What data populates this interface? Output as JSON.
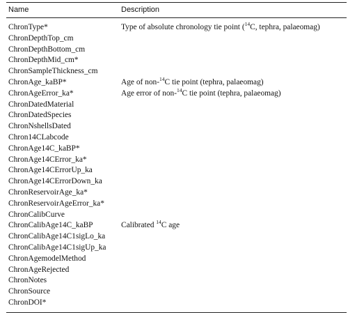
{
  "headers": {
    "name": "Name",
    "description": "Description"
  },
  "rows": [
    {
      "name": "ChronType*",
      "desc_pre": "Type of absolute chronology tie point (",
      "desc_sup": "14",
      "desc_post": "C, tephra, palaeomag)"
    },
    {
      "name": "ChronDepthTop_cm",
      "desc_pre": "",
      "desc_sup": "",
      "desc_post": ""
    },
    {
      "name": "ChronDepthBottom_cm",
      "desc_pre": "",
      "desc_sup": "",
      "desc_post": ""
    },
    {
      "name": "ChronDepthMid_cm*",
      "desc_pre": "",
      "desc_sup": "",
      "desc_post": ""
    },
    {
      "name": "ChronSampleThickness_cm",
      "desc_pre": "",
      "desc_sup": "",
      "desc_post": ""
    },
    {
      "name": "ChronAge_kaBP*",
      "desc_pre": "Age of non-",
      "desc_sup": "14",
      "desc_post": "C tie point (tephra, palaeomag)"
    },
    {
      "name": "ChronAgeError_ka*",
      "desc_pre": "Age error of non-",
      "desc_sup": "14",
      "desc_post": "C tie point (tephra, palaeomag)"
    },
    {
      "name": "ChronDatedMaterial",
      "desc_pre": "",
      "desc_sup": "",
      "desc_post": ""
    },
    {
      "name": "ChronDatedSpecies",
      "desc_pre": "",
      "desc_sup": "",
      "desc_post": ""
    },
    {
      "name": "ChronNshellsDated",
      "desc_pre": "",
      "desc_sup": "",
      "desc_post": ""
    },
    {
      "name": "Chron14CLabcode",
      "desc_pre": "",
      "desc_sup": "",
      "desc_post": ""
    },
    {
      "name": "ChronAge14C_kaBP*",
      "desc_pre": "",
      "desc_sup": "",
      "desc_post": ""
    },
    {
      "name": "ChronAge14CError_ka*",
      "desc_pre": "",
      "desc_sup": "",
      "desc_post": ""
    },
    {
      "name": "ChronAge14CErrorUp_ka",
      "desc_pre": "",
      "desc_sup": "",
      "desc_post": ""
    },
    {
      "name": "ChronAge14CErrorDown_ka",
      "desc_pre": "",
      "desc_sup": "",
      "desc_post": ""
    },
    {
      "name": "ChronReservoirAge_ka*",
      "desc_pre": "",
      "desc_sup": "",
      "desc_post": ""
    },
    {
      "name": "ChronReservoirAgeError_ka*",
      "desc_pre": "",
      "desc_sup": "",
      "desc_post": ""
    },
    {
      "name": "ChronCalibCurve",
      "desc_pre": "",
      "desc_sup": "",
      "desc_post": ""
    },
    {
      "name": "ChronCalibAge14C_kaBP",
      "desc_pre": "Calibrated ",
      "desc_sup": "14",
      "desc_post": "C age"
    },
    {
      "name": "ChronCalibAge14C1sigLo_ka",
      "desc_pre": "",
      "desc_sup": "",
      "desc_post": ""
    },
    {
      "name": "ChronCalibAge14C1sigUp_ka",
      "desc_pre": "",
      "desc_sup": "",
      "desc_post": ""
    },
    {
      "name": "ChronAgemodelMethod",
      "desc_pre": "",
      "desc_sup": "",
      "desc_post": ""
    },
    {
      "name": "ChronAgeRejected",
      "desc_pre": "",
      "desc_sup": "",
      "desc_post": ""
    },
    {
      "name": "ChronNotes",
      "desc_pre": "",
      "desc_sup": "",
      "desc_post": ""
    },
    {
      "name": "ChronSource",
      "desc_pre": "",
      "desc_sup": "",
      "desc_post": ""
    },
    {
      "name": "ChronDOI*",
      "desc_pre": "",
      "desc_sup": "",
      "desc_post": ""
    }
  ]
}
